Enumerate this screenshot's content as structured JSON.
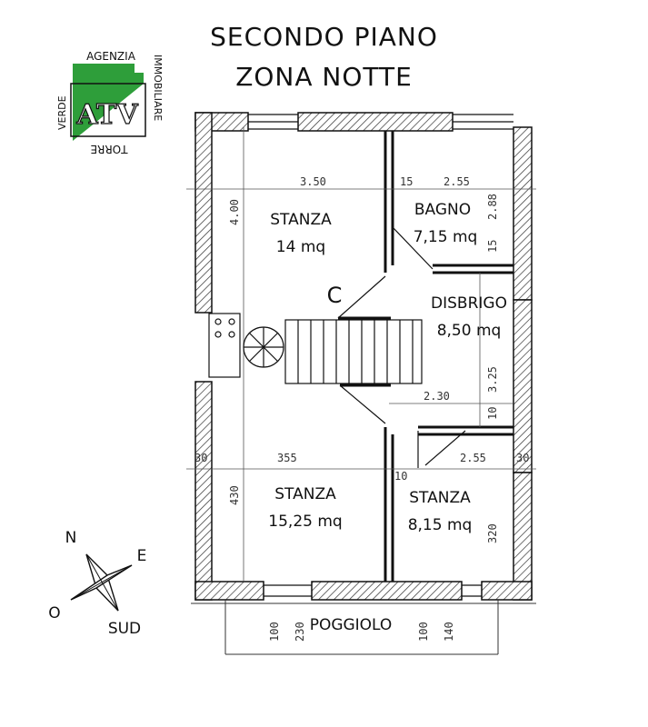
{
  "header": {
    "line1": "SECONDO  PIANO",
    "line2": "ZONA  NOTTE"
  },
  "logo": {
    "word_top": "AGENZIA",
    "word_right": "IMMOBILIARE",
    "word_left": "VERDE",
    "word_bottom": "TORRE",
    "monogram": "ATV",
    "green": "#2e9e3a"
  },
  "rooms": [
    {
      "name": "STANZA",
      "area": "14 mq"
    },
    {
      "name": "BAGNO",
      "area": "7,15 mq"
    },
    {
      "name": "DISBRIGO",
      "area": "8,50 mq"
    },
    {
      "name": "STANZA",
      "area": "15,25 mq"
    },
    {
      "name": "STANZA",
      "area": "8,15 mq"
    }
  ],
  "balcony": {
    "name": "POGGIOLO"
  },
  "stair_marker": "C",
  "dimensions": {
    "top_left_width": "3.50",
    "top_partition": "15",
    "top_right_width": "2.55",
    "left_top_height": "4.00",
    "bath_height": "2.88",
    "bath_wall": "15",
    "corridor_height": "3.25",
    "corridor_width": "2.30",
    "corridor_wall": "10",
    "wall_left": "30",
    "wall_right": "30",
    "bottom_left_width": "355",
    "bottom_partition": "10",
    "bottom_right_width": "2.55",
    "left_bottom_height": "430",
    "right_bottom_height": "320",
    "balcony_a": "100",
    "balcony_b": "230",
    "balcony_c": "100",
    "balcony_d": "140"
  },
  "compass": {
    "n": "N",
    "e": "E",
    "o": "O",
    "s": "SUD"
  }
}
